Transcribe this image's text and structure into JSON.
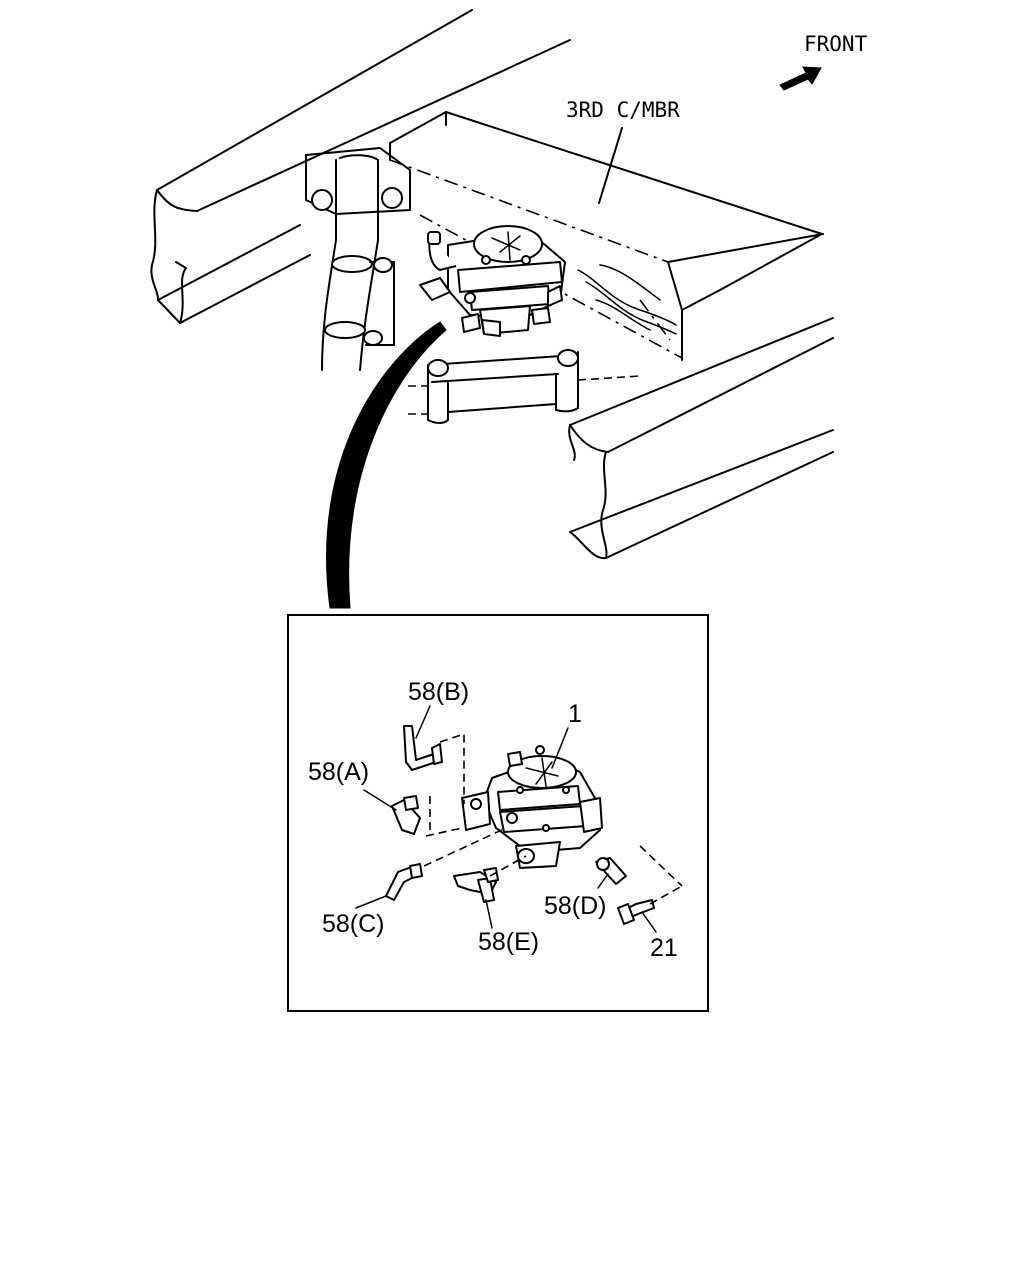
{
  "labels": {
    "front": "FRONT",
    "member": "3RD C/MBR"
  },
  "callouts": {
    "item_1": "1",
    "item_58b": "58(B)",
    "item_58a": "58(A)",
    "item_58c": "58(C)",
    "item_58d": "58(D)",
    "item_58e": "58(E)",
    "item_21": "21"
  },
  "colors": {
    "line": "#000000",
    "background": "#ffffff"
  }
}
